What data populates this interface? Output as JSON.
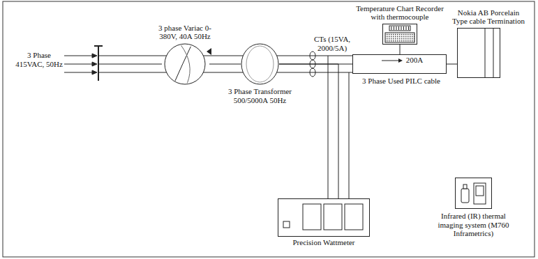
{
  "diagram": {
    "nodes": [
      {
        "text": [
          "3 phase Variac 0-380V, 40A 50Hz"
        ]
      },
      {
        "text": [
          "3 Phase Transformer 500/5000A 50Hz"
        ]
      },
      {
        "text": [
          "Temperature Chart Recorder with thermocouple"
        ]
      },
      {
        "text": [
          "3 Phase Used PILC cable"
        ]
      },
      {
        "text": [
          "Nokia AB Porcelain Type cable Termination"
        ]
      },
      {
        "text": [
          "Precision Wattmeter"
        ]
      },
      {
        "text": [
          "Infrared (IR) thermal imaging system (M760 Inframetrics)"
        ]
      }
    ],
    "edges": [
      {
        "from": 0,
        "to": 1,
        "arrow": "none"
      },
      {
        "from": 1,
        "to": 3,
        "arrow": "none"
      },
      {
        "from": 2,
        "to": 3,
        "arrow": "none"
      },
      {
        "from": 3,
        "to": 4,
        "arrow": "none"
      },
      {
        "from": 1,
        "to": 5,
        "arrow": "none"
      }
    ],
    "labels": [
      "3 Phase 415VAC, 50Hz",
      "CTs (15VA, 2000/5A)",
      "200A"
    ]
  }
}
